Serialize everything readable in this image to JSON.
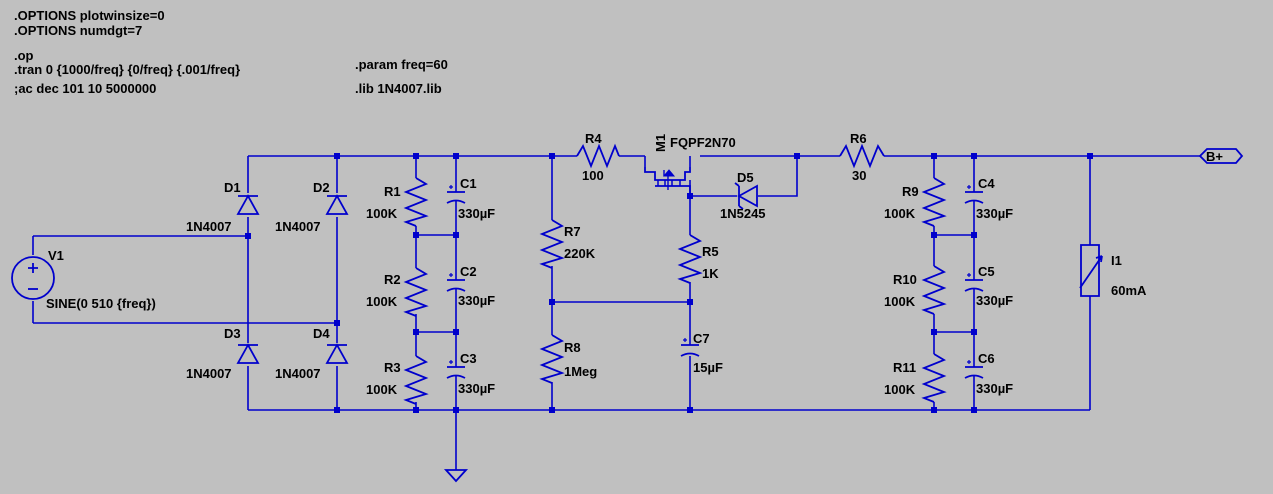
{
  "directives": [
    ".OPTIONS plotwinsize=0",
    ".OPTIONS numdgt=7",
    ".op",
    ".tran 0 {1000/freq} {0/freq} {.001/freq}",
    ";ac dec 101 10 5000000",
    ".param freq=60",
    ".lib 1N4007.lib"
  ],
  "components": {
    "V1": {
      "ref": "V1",
      "value": "SINE(0 510 {freq})"
    },
    "D1": {
      "ref": "D1",
      "value": "1N4007"
    },
    "D2": {
      "ref": "D2",
      "value": "1N4007"
    },
    "D3": {
      "ref": "D3",
      "value": "1N4007"
    },
    "D4": {
      "ref": "D4",
      "value": "1N4007"
    },
    "D5": {
      "ref": "D5",
      "value": "1N5245"
    },
    "R1": {
      "ref": "R1",
      "value": "100K"
    },
    "R2": {
      "ref": "R2",
      "value": "100K"
    },
    "R3": {
      "ref": "R3",
      "value": "100K"
    },
    "R4": {
      "ref": "R4",
      "value": "100"
    },
    "R5": {
      "ref": "R5",
      "value": "1K"
    },
    "R6": {
      "ref": "R6",
      "value": "30"
    },
    "R7": {
      "ref": "R7",
      "value": "220K"
    },
    "R8": {
      "ref": "R8",
      "value": "1Meg"
    },
    "R9": {
      "ref": "R9",
      "value": "100K"
    },
    "R10": {
      "ref": "R10",
      "value": "100K"
    },
    "R11": {
      "ref": "R11",
      "value": "100K"
    },
    "C1": {
      "ref": "C1",
      "value": "330µF"
    },
    "C2": {
      "ref": "C2",
      "value": "330µF"
    },
    "C3": {
      "ref": "C3",
      "value": "330µF"
    },
    "C4": {
      "ref": "C4",
      "value": "330µF"
    },
    "C5": {
      "ref": "C5",
      "value": "330µF"
    },
    "C6": {
      "ref": "C6",
      "value": "330µF"
    },
    "C7": {
      "ref": "C7",
      "value": "15µF"
    },
    "M1": {
      "ref": "M1",
      "value": "FQPF2N70"
    },
    "I1": {
      "ref": "I1",
      "value": "60mA"
    }
  },
  "net_label": "B+",
  "colors": {
    "background": "#c0c0c0",
    "wire": "#0000cc",
    "text": "#000000"
  }
}
